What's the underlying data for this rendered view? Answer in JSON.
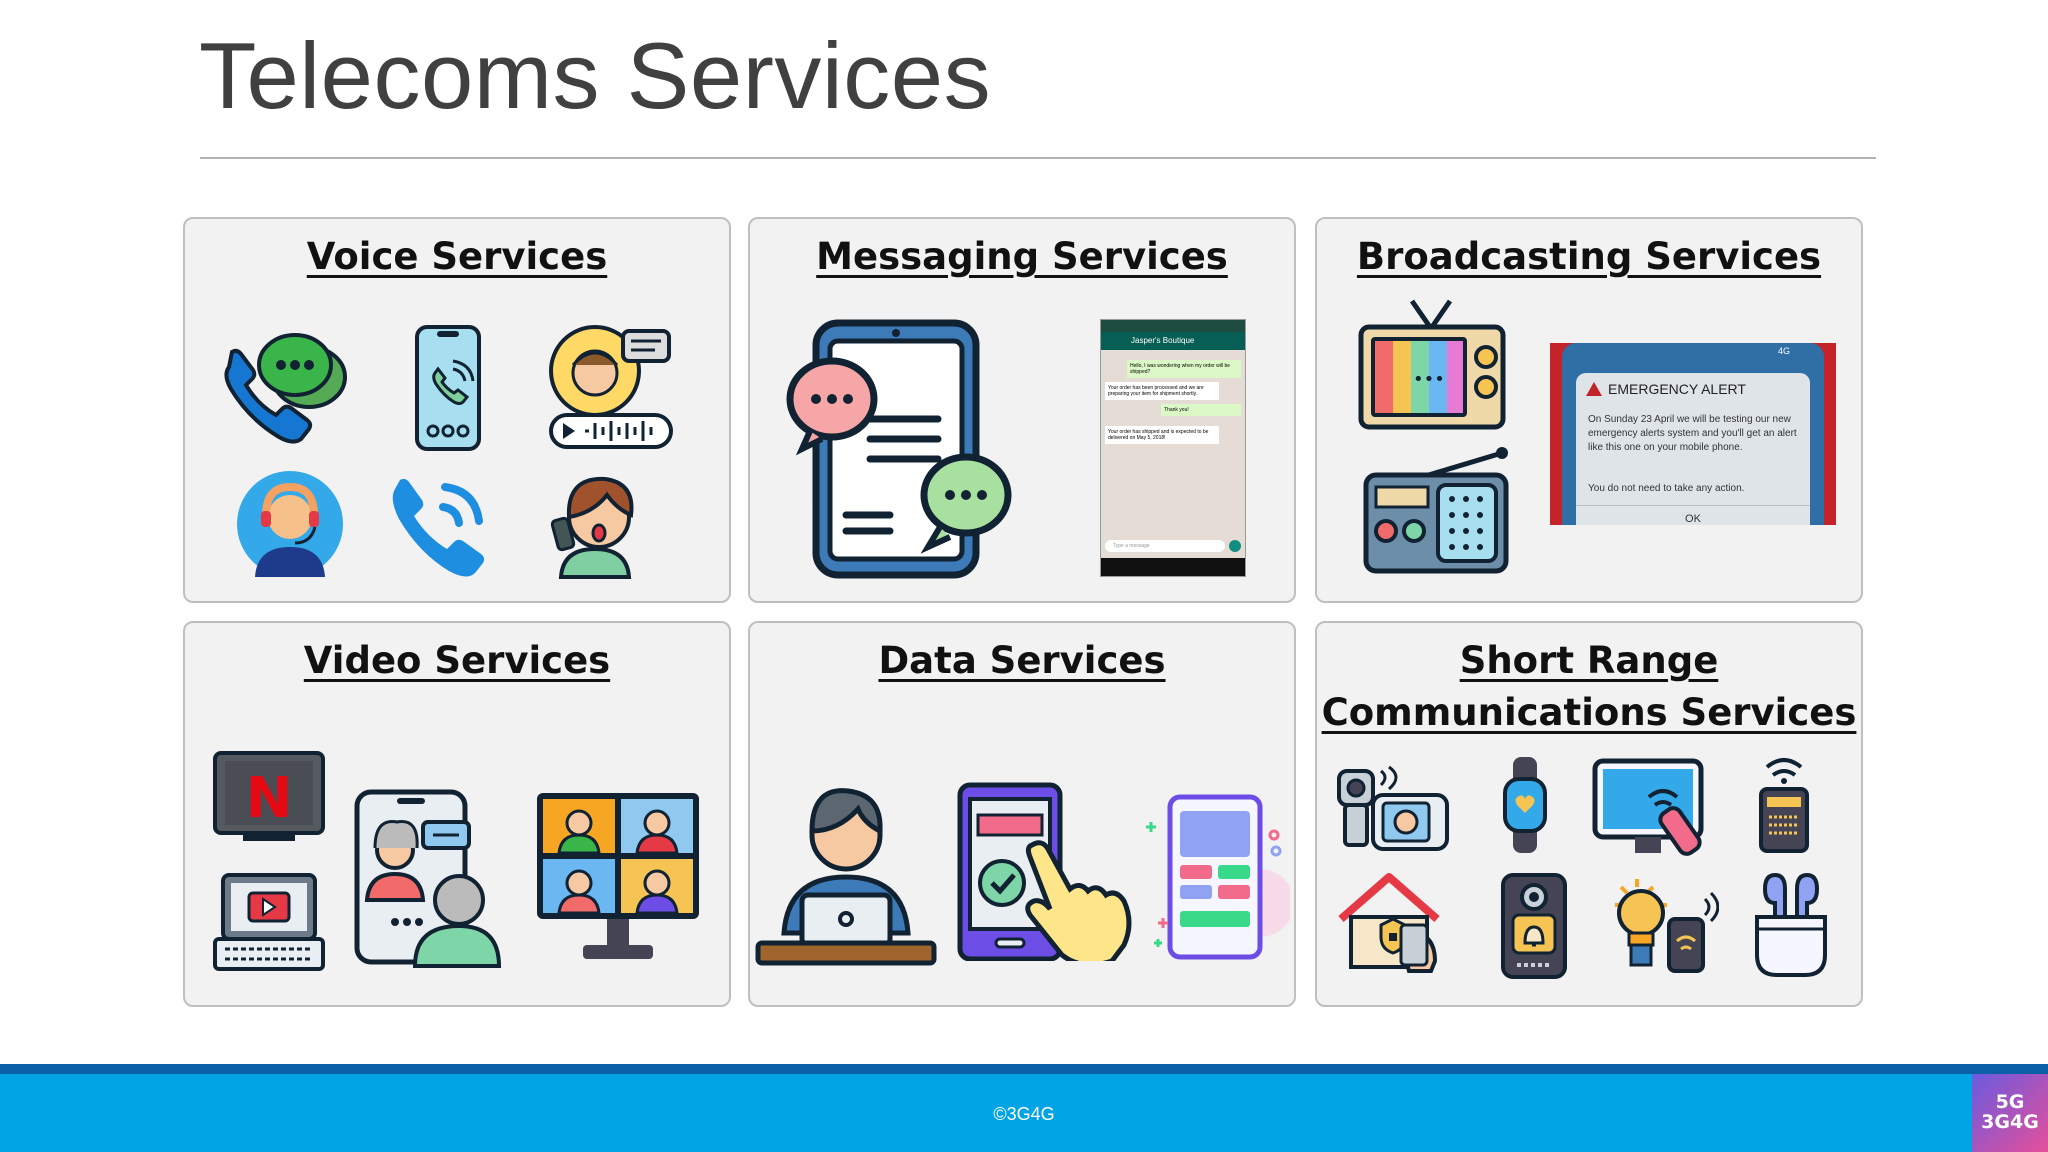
{
  "slide": {
    "title": "Telecoms Services",
    "copyright": "©3G4G",
    "logo": {
      "line1": "5G",
      "line2": "3G4G"
    }
  },
  "panels": {
    "voice": {
      "title": "Voice Services"
    },
    "messaging": {
      "title": "Messaging Services",
      "chat": {
        "contact": "Jasper's Boutique",
        "msg1": "Hello, I was wondering when my order will be shipped?",
        "msg2": "Your order has been processed and we are preparing your item for shipment shortly.",
        "msg3": "Thank you!",
        "msg4": "Your order has shipped and is expected to be delivered on May 5, 2018!",
        "input_placeholder": "Type a message"
      }
    },
    "broadcasting": {
      "title": "Broadcasting Services",
      "alert": {
        "network": "4G",
        "heading": "EMERGENCY ALERT",
        "body": "On Sunday 23 April we will be testing our new emergency alerts system and you'll get an alert like this one on your mobile phone.",
        "note": "You do not need to take any action.",
        "button": "OK"
      }
    },
    "video": {
      "title": "Video Services",
      "tv_logo": "N"
    },
    "data": {
      "title": "Data Services"
    },
    "short_range": {
      "title_line1": "Short Range",
      "title_line2": "Communications Services"
    }
  },
  "colors": {
    "footer_blue": "#00a3e3",
    "footer_dark": "#0b5fa5",
    "panel_bg": "#f2f2f2"
  }
}
